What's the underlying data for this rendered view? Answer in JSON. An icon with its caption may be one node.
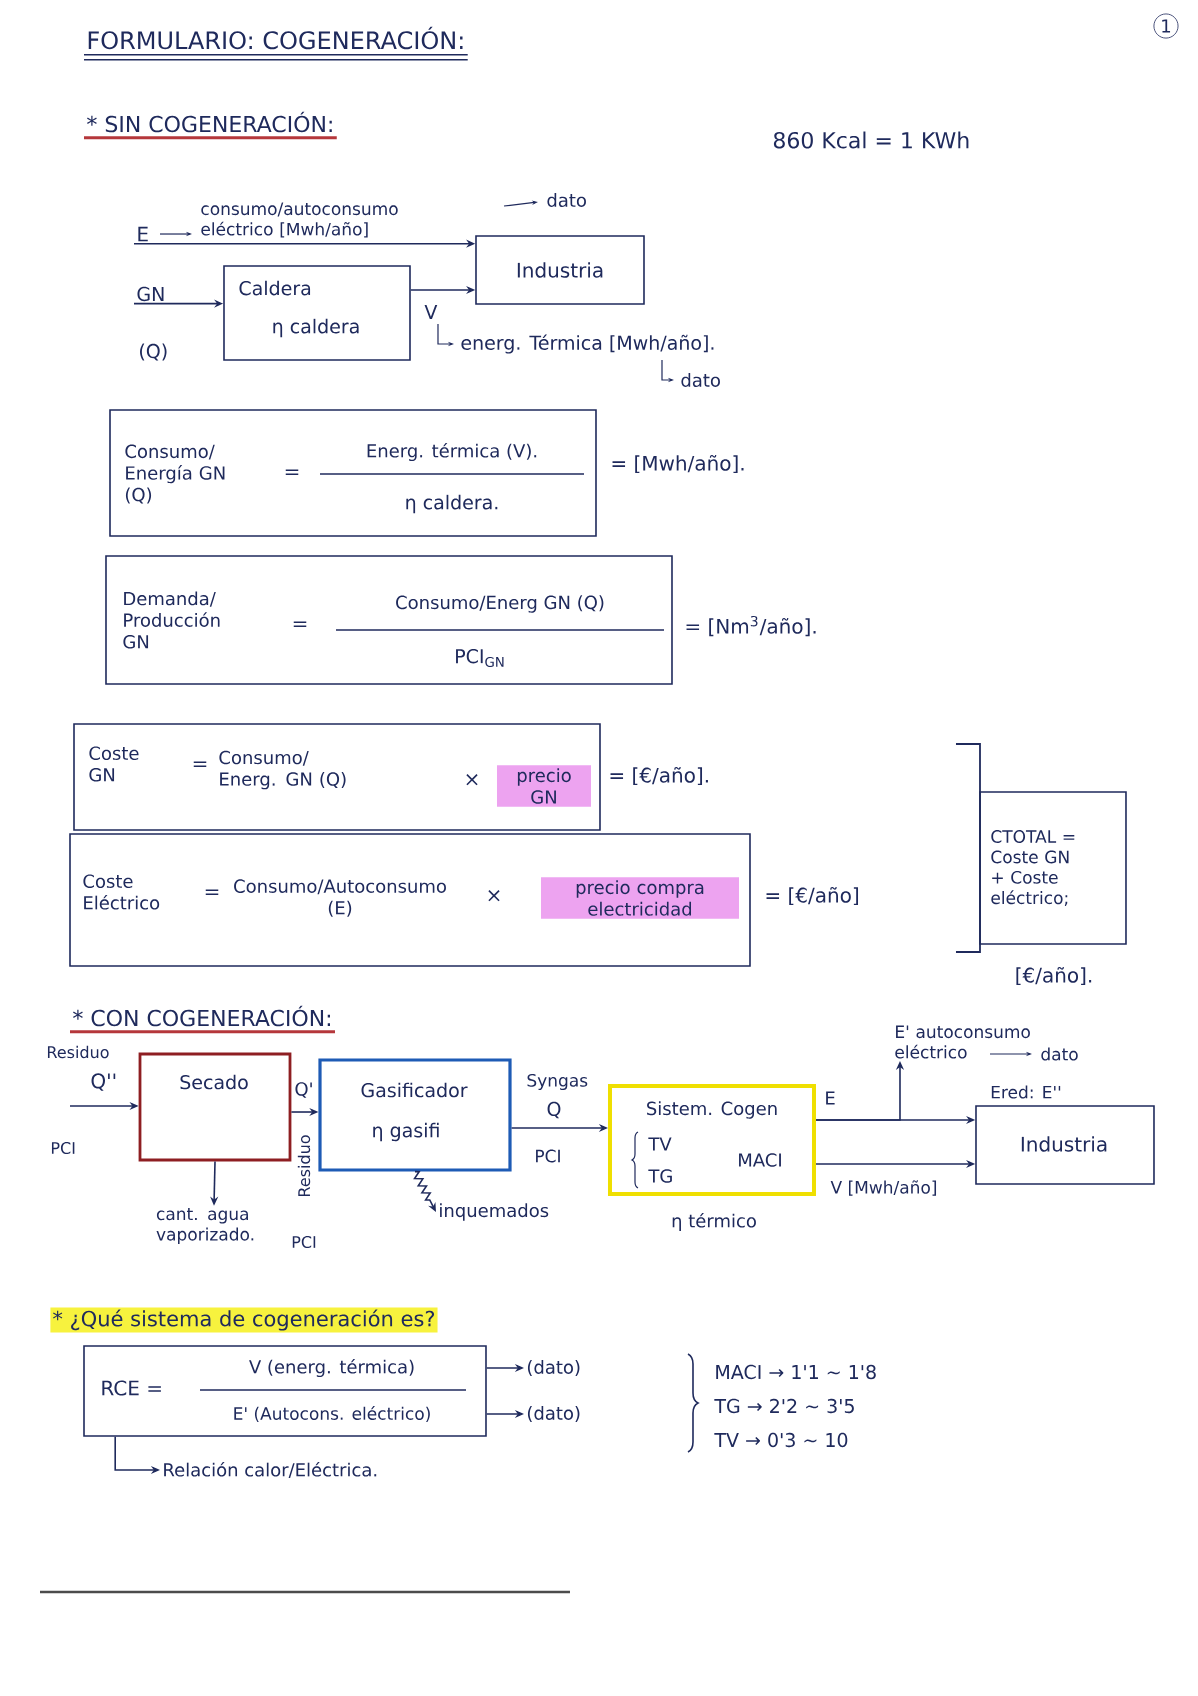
{
  "diagram": {
    "title": "FORMULARIO: COGENERACIÓN:",
    "nodes": [
      {
        "text": [
          "Caldera",
          "η caldera"
        ]
      },
      {
        "text": [
          "Industria"
        ]
      },
      {
        "text": [
          "Consumo/ Energía GN (Q)",
          "=",
          "Energ. térmica (V).",
          "η caldera."
        ],
        "beside": [
          "= [Mwh/año]."
        ]
      },
      {
        "text": [
          "Demanda/ Producción GN",
          "=",
          "Consumo/Energ GN (Q)",
          "PCI$_{GN}$"
        ],
        "beside": [
          "= [Nm$^{3}$/año]."
        ]
      },
      {
        "text": [
          "Coste GN",
          "=",
          "Consumo/ Energ. GN (Q)",
          "×",
          "precio GN"
        ],
        "beside": [
          "= [€/año]."
        ]
      },
      {
        "text": [
          "Coste Eléctrico",
          "=",
          "Consumo/Autoconsumo (E)",
          "×",
          "precio compra electricidad"
        ],
        "beside": [
          "= [€/año]"
        ]
      },
      {
        "text": [
          "CTOTAL = Coste GN + Coste eléctrico;"
        ],
        "beside": [
          "[€/año]."
        ]
      },
      {
        "text": [
          "Secado"
        ]
      },
      {
        "text": [
          "Gasificador",
          "η gasifi"
        ]
      },
      {
        "text": [
          "Sistem. Cogen",
          "TV",
          "TG",
          "MACI"
        ],
        "beside": [
          "η térmico"
        ]
      },
      {
        "text": [
          "Industria"
        ]
      },
      {
        "text": [
          "E' autoconsumo eléctrico"
        ],
        "beside": [
          "dato"
        ]
      },
      {
        "text": [
          "cant. agua vaporizado."
        ]
      },
      {
        "text": [
          "inquemados"
        ]
      },
      {
        "text": [
          "RCE =",
          "V (energ. térmica)",
          "E' (Autocons. eléctrico)"
        ]
      },
      {
        "text": [
          "(dato)"
        ]
      },
      {
        "text": [
          "(dato)"
        ]
      },
      {
        "text": [
          "Relación calor/Eléctrica."
        ]
      },
      {
        "text": [
          "E"
        ]
      },
      {
        "text": [
          "GN"
        ],
        "beside": [
          "(Q)"
        ]
      }
    ],
    "edges": [
      {
        "from": 18,
        "to": 1,
        "arrow": "to"
      },
      {
        "from": 19,
        "to": 0,
        "arrow": "to"
      },
      {
        "from": 0,
        "to": 1,
        "arrow": "to"
      },
      {
        "from": null,
        "to": 7,
        "arrow": "to"
      },
      {
        "from": 7,
        "to": 8,
        "arrow": "to",
        "label": "Q'"
      },
      {
        "from": 8,
        "to": 9,
        "arrow": "to",
        "label": "Q"
      },
      {
        "from": 9,
        "to": 10,
        "arrow": "to",
        "label": "Ered: E''"
      },
      {
        "from": 9,
        "to": 11,
        "arrow": "to"
      },
      {
        "from": 9,
        "to": 10,
        "arrow": "to",
        "label": "V [Mwh/año]"
      },
      {
        "from": 7,
        "to": 12,
        "arrow": "to"
      },
      {
        "from": 8,
        "to": 13,
        "arrow": "to"
      },
      {
        "from": 14,
        "to": 15,
        "arrow": "to"
      },
      {
        "from": 14,
        "to": 16,
        "arrow": "to"
      },
      {
        "from": 14,
        "to": 17,
        "arrow": "to"
      }
    ],
    "labels": [
      "1",
      "* SIN COGENERACIÓN:",
      "860 Kcal = 1 KWh",
      "dato",
      "consumo/autoconsumo eléctrico [Mwh/año]",
      "V",
      "energ. Térmica [Mwh/año].",
      "dato",
      "* CON COGENERACIÓN:",
      "Residuo",
      "Q''",
      "PCI",
      "Residuo",
      "PCI",
      "Syngas",
      "PCI",
      "E",
      "* ¿Qué sistema de cogeneración es?",
      "MACI → 1'1 ~ 1'8",
      "TG → 2'2 ~ 3'5",
      "TV → 0'3 ~ 10"
    ]
  }
}
